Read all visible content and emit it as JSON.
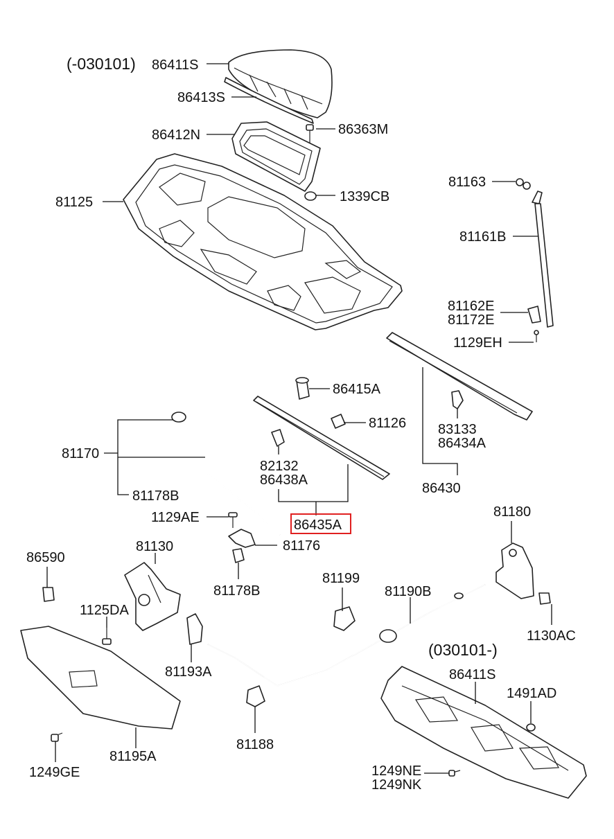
{
  "variants": {
    "before": "(-030101)",
    "after": "(030101-)"
  },
  "labels": {
    "p86411S_top": "86411S",
    "p86413S": "86413S",
    "p86412N": "86412N",
    "p86363M": "86363M",
    "p1339CB": "1339CB",
    "p81125": "81125",
    "p81163": "81163",
    "p81161B": "81161B",
    "p81162E": "81162E",
    "p81172E": "81172E",
    "p1129EH": "1129EH",
    "p86415A": "86415A",
    "p81126": "81126",
    "p83133": "83133",
    "p86434A": "86434A",
    "p86430": "86430",
    "p81170": "81170",
    "p81178B_upper": "81178B",
    "p82132": "82132",
    "p86438A": "86438A",
    "p86435A": "86435A",
    "p1129AE": "1129AE",
    "p81176": "81176",
    "p81178B_lower": "81178B",
    "p81180": "81180",
    "p86590": "86590",
    "p81130": "81130",
    "p81199": "81199",
    "p81190B": "81190B",
    "p1125DA": "1125DA",
    "p1130AC": "1130AC",
    "p81193A": "81193A",
    "p86411S_bottom": "86411S",
    "p1491AD": "1491AD",
    "p81188": "81188",
    "p81195A": "81195A",
    "p1249GE": "1249GE",
    "p1249NE": "1249NE",
    "p1249NK": "1249NK"
  },
  "highlighted_part": "86435A",
  "highlight_color": "#e02020"
}
